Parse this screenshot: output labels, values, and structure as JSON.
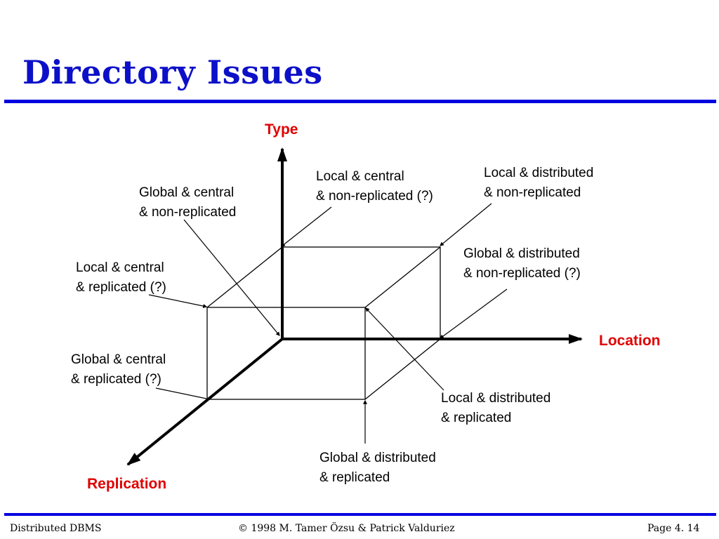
{
  "title": "Directory Issues",
  "axes": {
    "type": "Type",
    "location": "Location",
    "replication": "Replication"
  },
  "labels": {
    "global_central_nonrep": [
      "Global & central",
      "& non-replicated"
    ],
    "local_central_nonrep": [
      "Local & central",
      "& non-replicated (?)"
    ],
    "local_distributed_nonrep": [
      "Local & distributed",
      "& non-replicated"
    ],
    "global_distributed_nonrep": [
      "Global & distributed",
      "& non-replicated (?)"
    ],
    "local_central_rep": [
      "Local & central",
      "& replicated (?)"
    ],
    "global_central_rep": [
      "Global & central",
      "& replicated (?)"
    ],
    "local_distributed_rep": [
      "Local & distributed",
      "& replicated"
    ],
    "global_distributed_rep": [
      "Global & distributed",
      "& replicated"
    ]
  },
  "footer": {
    "left": "Distributed DBMS",
    "center": "© 1998 M. Tamer Özsu & Patrick Valduriez",
    "right": "Page 4. 14"
  },
  "colors": {
    "title": "#0c10c8",
    "rule": "#0000e0",
    "axis_label": "#e00000"
  }
}
